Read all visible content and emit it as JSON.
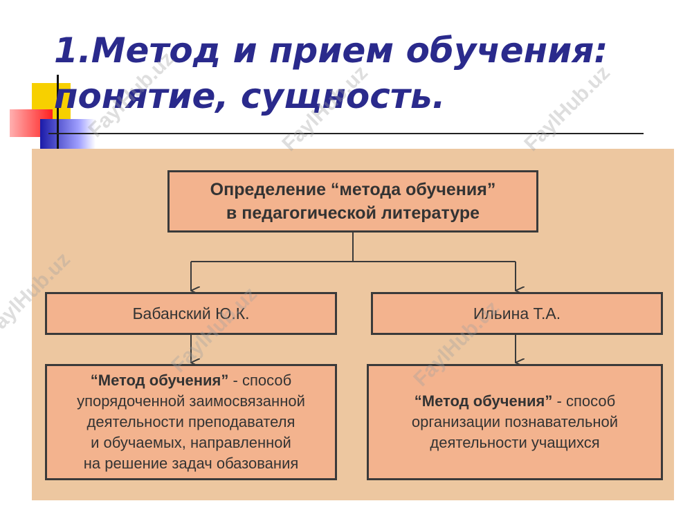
{
  "title": {
    "line1": "1.Метод и прием обучения:",
    "line2": "понятие, сущность."
  },
  "diagram": {
    "root": {
      "line1": "Определение “метода обучения”",
      "line2": "в педагогической литературе"
    },
    "left": {
      "author": "Бабанский Ю.К.",
      "definition": {
        "term": "“Метод обучения”",
        "rest": " - способ",
        "lines": [
          "упорядоченной заимосвязанной",
          "деятельности преподавателя",
          "и обучаемых, направленной",
          "на решение задач обазования"
        ]
      }
    },
    "right": {
      "author": "Ильина Т.А.",
      "definition": {
        "term": "“Метод обучения”",
        "rest": " - способ",
        "lines": [
          "организации познавательной",
          "деятельности учащихся"
        ]
      }
    }
  },
  "watermark": "FaylHub.uz",
  "colors": {
    "title": "#2a2a8c",
    "panel": "#edc7a0",
    "box": "#f3b38e",
    "border": "#3a3a3a"
  }
}
